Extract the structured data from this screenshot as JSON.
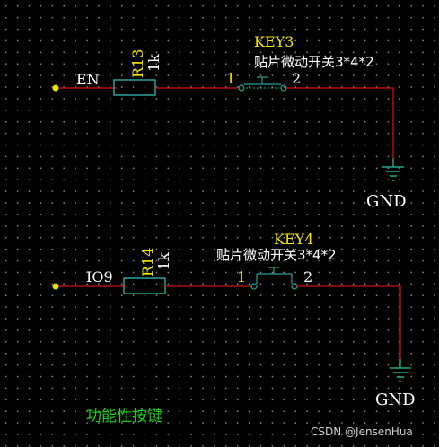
{
  "colors": {
    "background": "#000000",
    "grid_dot": "#9a9a9a",
    "wire": "#d01010",
    "wire_teal": "#2aa198",
    "ground": "#1fa58a",
    "designator": "#f3e600",
    "text_white": "#ffffff",
    "label_green": "#18d018",
    "port_dot": "#e8e000",
    "watermark": "#d0d0d0"
  },
  "circuit_top": {
    "net_label": "EN",
    "resistor": {
      "designator": "R13",
      "value": "1k"
    },
    "switch": {
      "designator": "KEY3",
      "description": "贴片微动开关3*4*2",
      "pin1": "1",
      "pin2": "2"
    },
    "ground_label": "GND"
  },
  "circuit_bottom": {
    "net_label": "IO9",
    "resistor": {
      "designator": "R14",
      "value": "1k"
    },
    "switch": {
      "designator": "KEY4",
      "description": "贴片微动开关3*4*2",
      "pin1": "1",
      "pin2": "2"
    },
    "ground_label": "GND"
  },
  "section_label": "功能性按键",
  "watermark": "CSDN @JensenHua"
}
